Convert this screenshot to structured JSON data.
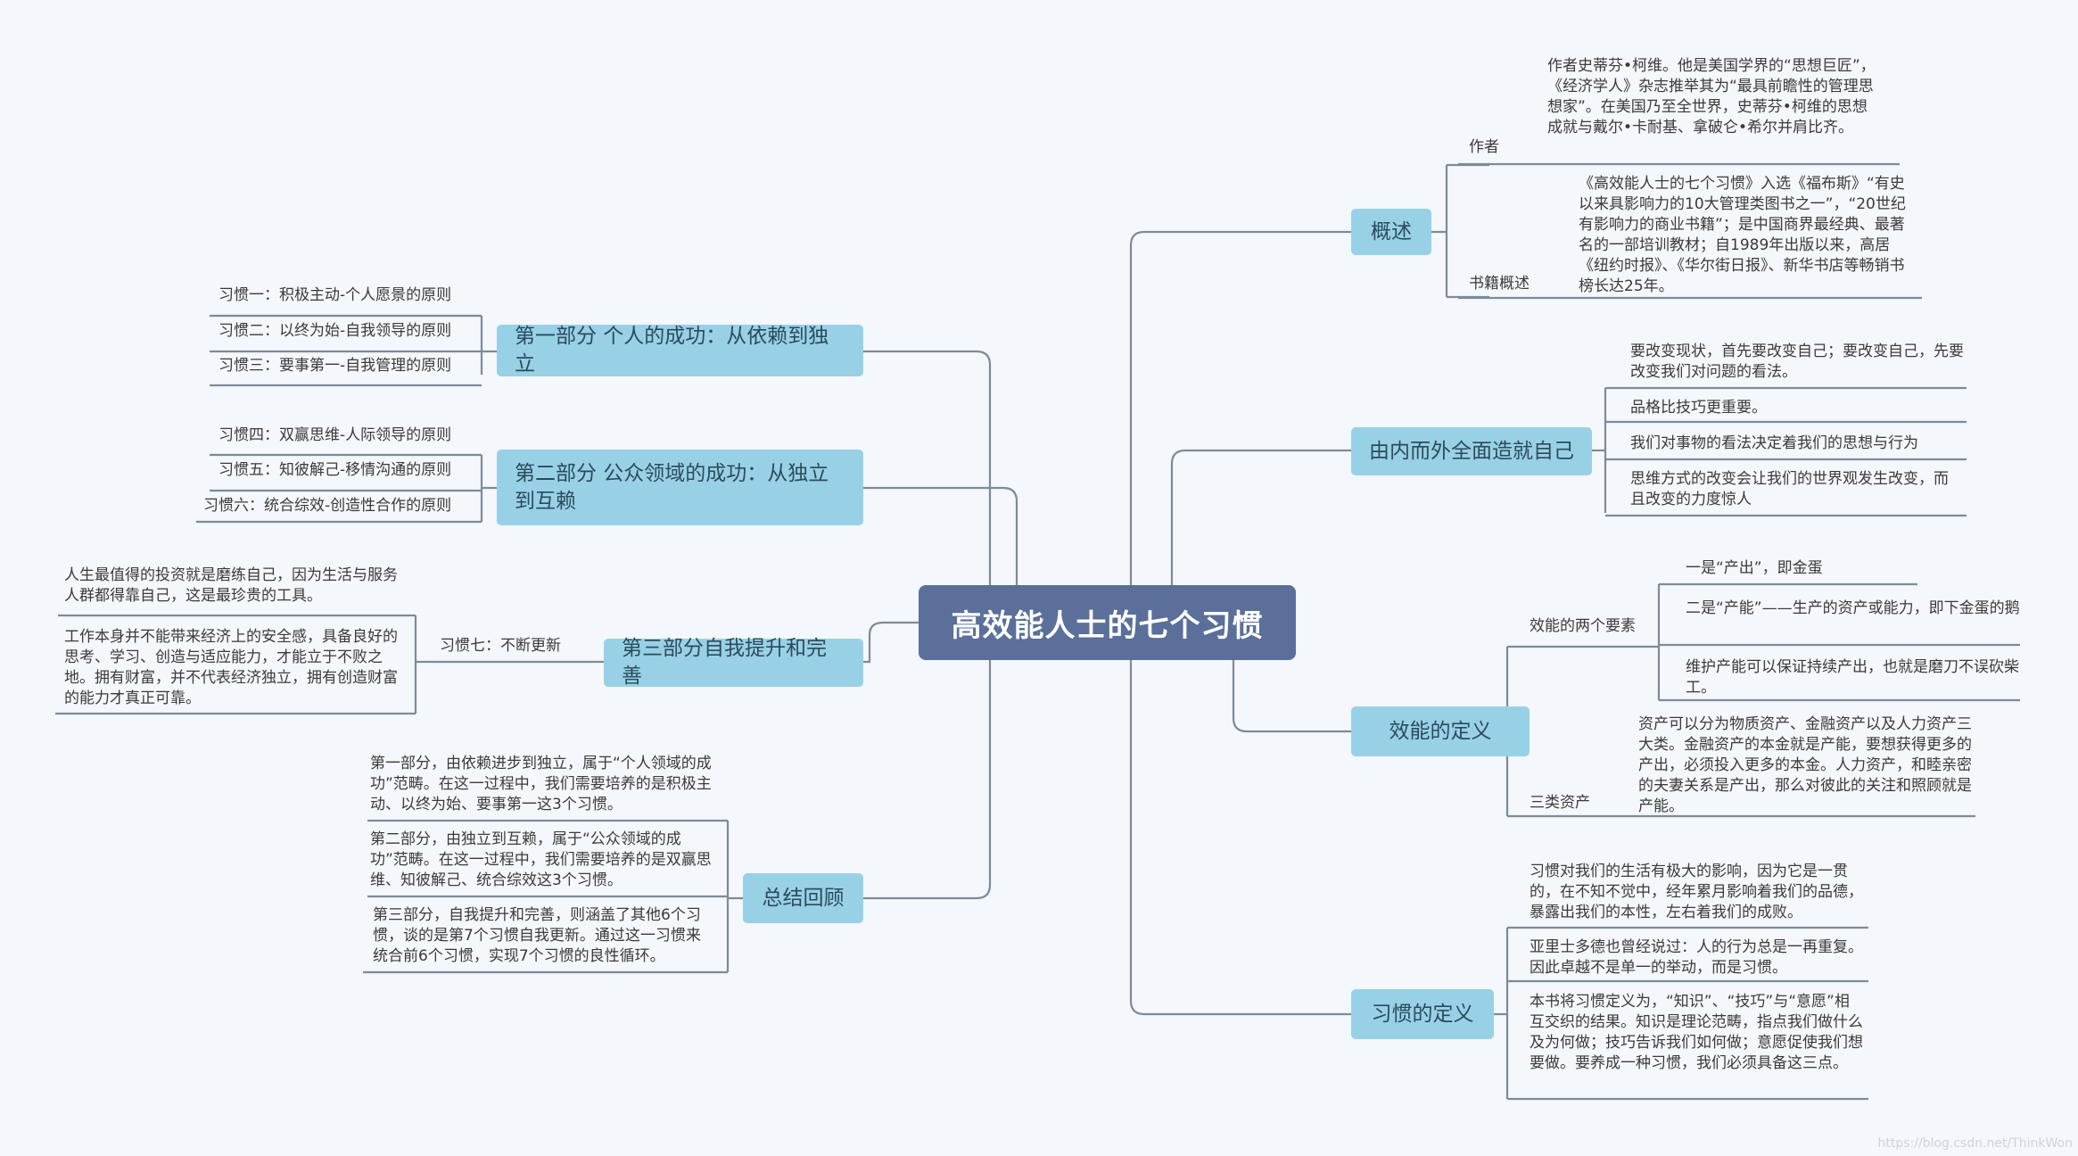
{
  "root": "高效能人士的七个习惯",
  "left": {
    "part1": {
      "title": "第一部分 个人的成功：从依赖到独立",
      "items": [
        "习惯一：积极主动-个人愿景的原则",
        "习惯二：以终为始-自我领导的原则",
        "习惯三：要事第一-自我管理的原则"
      ]
    },
    "part2": {
      "title": "第二部分 公众领域的成功：从独立到互赖",
      "items": [
        "习惯四：双赢思维-人际领导的原则",
        "习惯五：知彼解己-移情沟通的原则",
        "习惯六：统合综效-创造性合作的原则"
      ]
    },
    "part3": {
      "title": "第三部分自我提升和完善",
      "habit7": "习惯七：不断更新",
      "notes": [
        "人生最值得的投资就是磨练自己，因为生活与服务人群都得靠自己，这是最珍贵的工具。",
        "工作本身并不能带来经济上的安全感，具备良好的思考、学习、创造与适应能力，才能立于不败之地。拥有财富，并不代表经济独立，拥有创造财富的能力才真正可靠。"
      ]
    },
    "summary": {
      "title": "总结回顾",
      "items": [
        "第一部分，由依赖进步到独立，属于“个人领域的成功”范畴。在这一过程中，我们需要培养的是积极主动、以终为始、要事第一这3个习惯。",
        "第二部分，由独立到互赖，属于“公众领域的成功”范畴。在这一过程中，我们需要培养的是双赢思维、知彼解己、统合综效这3个习惯。",
        "第三部分，自我提升和完善，则涵盖了其他6个习惯，谈的是第7个习惯自我更新。通过这一习惯来统合前6个习惯，实现7个习惯的良性循环。"
      ]
    }
  },
  "right": {
    "overview": {
      "title": "概述",
      "author_label": "作者",
      "author_text": "作者史蒂芬•柯维。他是美国学界的“思想巨匠”，《经济学人》杂志推举其为“最具前瞻性的管理思想家”。在美国乃至全世界，史蒂芬•柯维的思想成就与戴尔•卡耐基、拿破仑•希尔并肩比齐。",
      "book_label": "书籍概述",
      "book_text": "《高效能人士的七个习惯》入选《福布斯》“有史以来具影响力的10大管理类图书之一”，“20世纪有影响力的商业书籍”；是中国商界最经典、最著名的一部培训教材；自1989年出版以来，高居《纽约时报》、《华尔街日报》、新华书店等畅销书榜长达25年。"
    },
    "inside_out": {
      "title": "由内而外全面造就自己",
      "items": [
        "要改变现状，首先要改变自己；要改变自己，先要改变我们对问题的看法。",
        "品格比技巧更重要。",
        "我们对事物的看法决定着我们的思想与行为",
        "思维方式的改变会让我们的世界观发生改变，而且改变的力度惊人"
      ]
    },
    "effectiveness": {
      "title": "效能的定义",
      "two_label": "效能的两个要素",
      "two_items": [
        "一是“产出”，即金蛋",
        "二是“产能”——生产的资产或能力，即下金蛋的鹅",
        "维护产能可以保证持续产出，也就是磨刀不误砍柴工。"
      ],
      "assets_label": "三类资产",
      "assets_text": "资产可以分为物质资产、金融资产以及人力资产三大类。金融资产的本金就是产能，要想获得更多的产出，必须投入更多的本金。人力资产，和睦亲密的夫妻关系是产出，那么对彼此的关注和照顾就是产能。"
    },
    "habit_def": {
      "title": "习惯的定义",
      "items": [
        "习惯对我们的生活有极大的影响，因为它是一贯的，在不知不觉中，经年累月影响着我们的品德，暴露出我们的本性，左右着我们的成败。",
        "亚里士多德也曾经说过：人的行为总是一再重复。因此卓越不是单一的举动，而是习惯。",
        "本书将习惯定义为，“知识”、“技巧”与“意愿”相互交织的结果。知识是理论范畴，指点我们做什么及为何做；技巧告诉我们如何做；意愿促使我们想要做。要养成一种习惯，我们必须具备这三点。"
      ]
    }
  },
  "watermark": "https://blog.csdn.net/ThinkWon",
  "colors": {
    "root": "#5a6f99",
    "branch": "#98d1e6",
    "line": "#7d8a99"
  }
}
